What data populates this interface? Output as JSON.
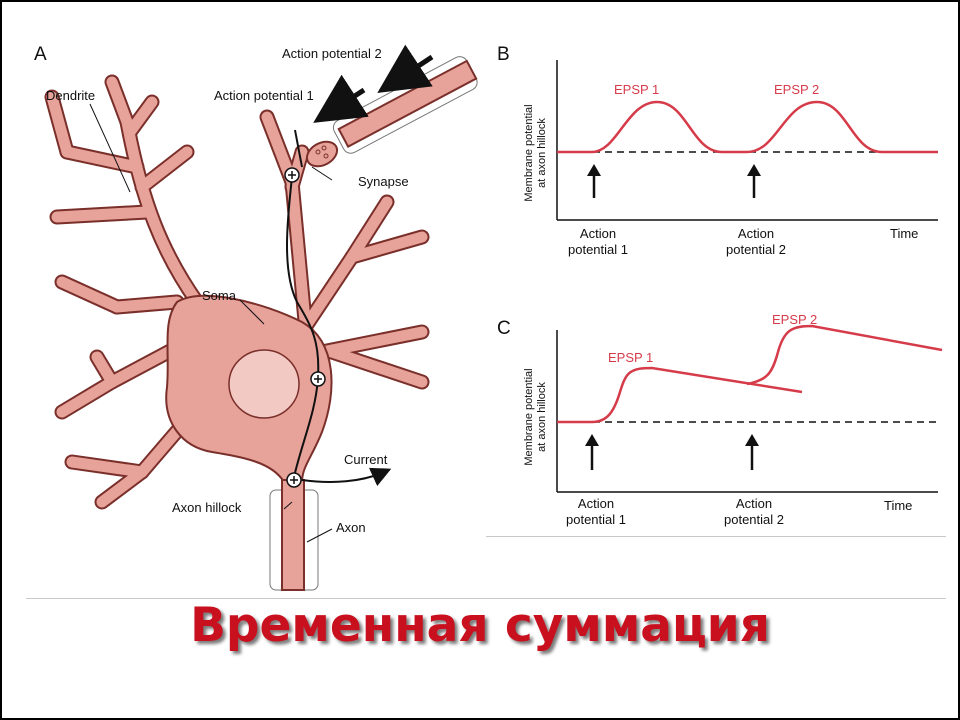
{
  "slide": {
    "title": "Временная суммация"
  },
  "panel_a": {
    "letter": "A",
    "labels": {
      "action_potential_2": "Action potential 2",
      "action_potential_1": "Action potential 1",
      "dendrite": "Dendrite",
      "synapse": "Synapse",
      "soma": "Soma",
      "current": "Current",
      "axon_hillock": "Axon hillock",
      "axon": "Axon"
    }
  },
  "panel_b": {
    "letter": "B",
    "ylabel_line1": "Membrane potential",
    "ylabel_line2": "at axon hillock",
    "epsp1": "EPSP 1",
    "epsp2": "EPSP 2",
    "x_ap1_line1": "Action",
    "x_ap1_line2": "potential 1",
    "x_ap2_line1": "Action",
    "x_ap2_line2": "potential 2",
    "x_time": "Time"
  },
  "panel_c": {
    "letter": "C",
    "ylabel_line1": "Membrane potential",
    "ylabel_line2": "at axon hillock",
    "epsp1": "EPSP 1",
    "epsp2": "EPSP 2",
    "x_ap1_line1": "Action",
    "x_ap1_line2": "potential 1",
    "x_ap2_line1": "Action",
    "x_ap2_line2": "potential 2",
    "x_time": "Time"
  },
  "colors": {
    "neuron_fill": "#e7a29a",
    "neuron_stroke": "#7a2f2a",
    "nucleus_fill": "#f2c9c3",
    "epsp_curve": "#d63b4a",
    "title": "#c8101e"
  }
}
